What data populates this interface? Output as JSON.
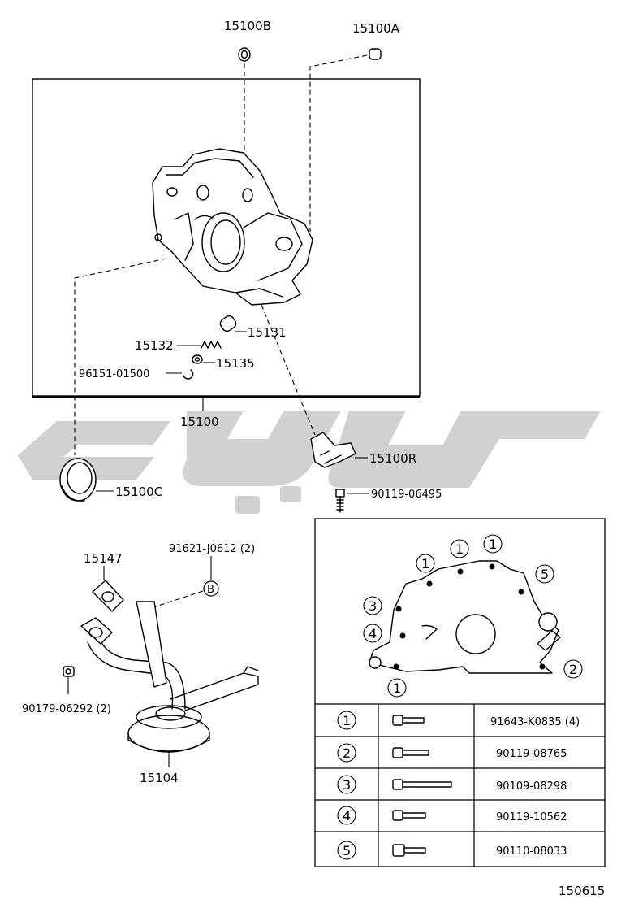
{
  "diagram_code": "150615",
  "callouts": {
    "p15100B": "15100B",
    "p15100A": "15100A",
    "p15131": "15131",
    "p15132": "15132",
    "p15135": "15135",
    "p96151": "96151-01500",
    "p15100": "15100",
    "p15100R": "15100R",
    "p15100C": "15100C",
    "p90119_06495": "90119-06495",
    "p15147": "15147",
    "p91621": "91621-J0612 (2)",
    "bolt_ref": "B",
    "p90179": "90179-06292 (2)",
    "p15104": "15104"
  },
  "bolt_markers": {
    "m1a": "1",
    "m1b": "1",
    "m1c": "1",
    "m1d": "1",
    "m2": "2",
    "m3": "3",
    "m4": "4",
    "m5": "5"
  },
  "bolt_table": [
    {
      "ref": "1",
      "part": "91643-K0835 (4)"
    },
    {
      "ref": "2",
      "part": "90119-08765"
    },
    {
      "ref": "3",
      "part": "90109-08298"
    },
    {
      "ref": "4",
      "part": "90119-10562"
    },
    {
      "ref": "5",
      "part": "90110-08033"
    }
  ]
}
